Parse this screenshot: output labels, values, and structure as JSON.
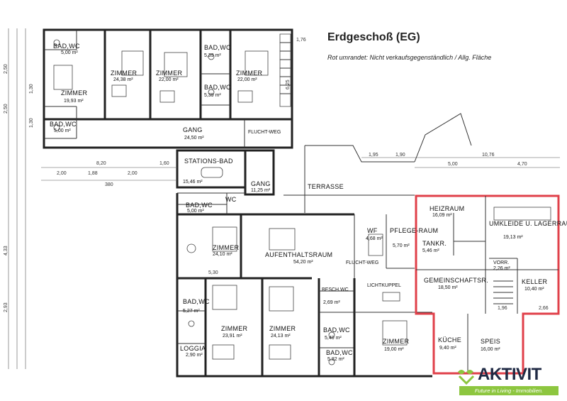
{
  "title": "Erdgeschoß (EG)",
  "subtitle": "Rot umrandet: Nicht verkaufsgegenständlich / Allg. Fläche",
  "logo": {
    "brand": "AKTIVIT",
    "tagline": "Future in Living - Immobilien."
  },
  "accent_colors": {
    "highlight": "#e0404a",
    "logo_green": "#8dc63f",
    "logo_navy": "#1f2a44"
  },
  "rooms": {
    "badwc_tl": {
      "label": "BAD,WC",
      "area": "5,00 m²"
    },
    "zimmer_l": {
      "label": "ZIMMER",
      "area": "19,93 m²"
    },
    "badwc_bl": {
      "label": "BAD,WC",
      "area": "5,00 m²"
    },
    "zimmer_2": {
      "label": "ZIMMER",
      "area": "24,38 m²"
    },
    "zimmer_3": {
      "label": "ZIMMER",
      "area": "22,00 m²"
    },
    "badwc_c1": {
      "label": "BAD,WC",
      "area": "5,39 m²"
    },
    "badwc_c2": {
      "label": "BAD,WC",
      "area": "5,39 m²"
    },
    "zimmer_4": {
      "label": "ZIMMER",
      "area": "22,00 m²"
    },
    "gang_top": {
      "label": "GANG",
      "area": "24,50 m²"
    },
    "flucht_top": {
      "label": "FLUCHT-WEG"
    },
    "stationsbad": {
      "label": "STATIONS-BAD",
      "area": "15,46 m²"
    },
    "gang_mid": {
      "label": "GANG",
      "area": "11,25 m²"
    },
    "terrasse": {
      "label": "TERRASSE"
    },
    "badwc_m": {
      "label": "BAD,WC",
      "area": "5,00 m²"
    },
    "wc_m": {
      "label": "WC"
    },
    "zimmer_m": {
      "label": "ZIMMER",
      "area": "24,10 m²"
    },
    "aufenthalt": {
      "label": "AUFENTHALTSRAUM",
      "area": "54,20 m²"
    },
    "wf": {
      "label": "WF",
      "area": "4,68 m²"
    },
    "pflegeraum": {
      "label": "PFLEGE-RAUM",
      "area": "5,70 m²"
    },
    "flucht_mid": {
      "label": "FLUCHT-WEG"
    },
    "heizraum": {
      "label": "HEIZRAUM",
      "area": "16,09 m²"
    },
    "tankr": {
      "label": "TANKR.",
      "area": "5,46 m²"
    },
    "umkleide": {
      "label": "UMKLEIDE U. LAGERRAUM",
      "area": "19,13 m²"
    },
    "vorr": {
      "label": "VORR.",
      "area": "2,26 m²"
    },
    "gemeinschaft": {
      "label": "GEMEINSCHAFTSR.",
      "area": "18,50 m²"
    },
    "keller": {
      "label": "KELLER",
      "area": "10,40 m²"
    },
    "lichtkuppel": {
      "label": "LICHTKUPPEL"
    },
    "beschwc": {
      "label": "BESCH.WC",
      "area": "2,69 m²"
    },
    "badwc_s1": {
      "label": "BAD,WC",
      "area": "5,27 m²"
    },
    "zimmer_s1": {
      "label": "ZIMMER",
      "area": "23,91 m²"
    },
    "zimmer_s2": {
      "label": "ZIMMER",
      "area": "24,13 m²"
    },
    "badwc_s2": {
      "label": "BAD,WC",
      "area": "5,40 m²"
    },
    "badwc_s3": {
      "label": "BAD,WC",
      "area": "5,82 m²"
    },
    "zimmer_s3": {
      "label": "ZIMMER",
      "area": "19,00 m²"
    },
    "loggia": {
      "label": "LOGGIA",
      "area": "2,90 m²"
    },
    "kueche": {
      "label": "KÜCHE",
      "area": "9,40 m²"
    },
    "speis": {
      "label": "SPEIS",
      "area": "16,00 m²"
    }
  },
  "dimensions": {
    "d820": "8,20",
    "d380": "380",
    "d1076": "10,76",
    "d195": "1,95",
    "d190": "1,90",
    "d500": "5,00",
    "d470": "4,70",
    "d266": "2,66",
    "d196": "1,96",
    "d530": "5,30",
    "d200a": "2,00",
    "d200b": "2,00",
    "d188": "1,88",
    "d160": "1,60",
    "d1760": "1,76",
    "d250a": "2,50",
    "d250b": "2,50",
    "d130a": "1,30",
    "d130b": "1,30",
    "d433": "4,33",
    "d293": "2,93",
    "d625": "6,25"
  }
}
